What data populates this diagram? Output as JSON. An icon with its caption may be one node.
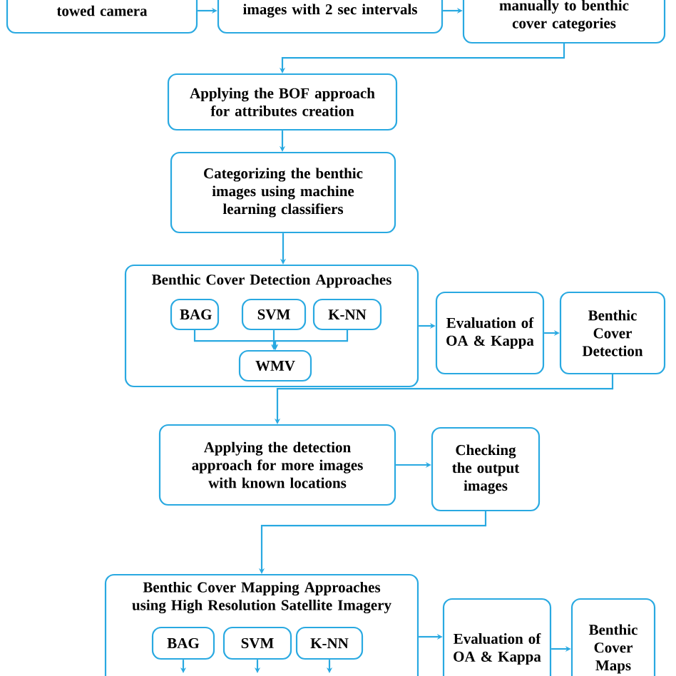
{
  "diagram": {
    "nodes": [
      {
        "text": [
          "towed camera"
        ]
      },
      {
        "text": [
          "images with 2 sec intervals"
        ]
      },
      {
        "text": [
          "manually to benthic cover categories"
        ]
      },
      {
        "text": [
          "Applying the BOF approach for attributes creation"
        ]
      },
      {
        "text": [
          "Categorizing the benthic images using machine learning classifiers"
        ]
      },
      {
        "text": [
          "Benthic Cover Detection Approaches"
        ]
      },
      {
        "text": [
          "BAG"
        ],
        "in": 5
      },
      {
        "text": [
          "SVM"
        ],
        "in": 5
      },
      {
        "text": [
          "K-NN"
        ],
        "in": 5
      },
      {
        "text": [
          "WMV"
        ],
        "in": 5
      },
      {
        "text": [
          "Evaluation of OA & Kappa"
        ]
      },
      {
        "text": [
          "Benthic Cover Detection"
        ]
      },
      {
        "text": [
          "Applying the detection approach for more images with known locations"
        ]
      },
      {
        "text": [
          "Checking the output images"
        ]
      },
      {
        "text": [
          "Benthic Cover Mapping Approaches using High Resolution Satellite Imagery"
        ]
      },
      {
        "text": [
          "BAG"
        ],
        "in": 14
      },
      {
        "text": [
          "SVM"
        ],
        "in": 14
      },
      {
        "text": [
          "K-NN"
        ],
        "in": 14
      },
      {
        "text": [
          "Evaluation of OA & Kappa"
        ]
      },
      {
        "text": [
          "Benthic Cover Maps"
        ]
      }
    ],
    "edges": [
      {
        "from": 0,
        "to": 1,
        "arrow": "to"
      },
      {
        "from": 1,
        "to": 2,
        "arrow": "to"
      },
      {
        "from": 2,
        "to": 3,
        "arrow": "to"
      },
      {
        "from": 3,
        "to": 4,
        "arrow": "to"
      },
      {
        "from": 4,
        "to": 5,
        "arrow": "to"
      },
      {
        "from": 6,
        "to": 9,
        "arrow": "to"
      },
      {
        "from": 7,
        "to": 9,
        "arrow": "to"
      },
      {
        "from": 8,
        "to": 9,
        "arrow": "to"
      },
      {
        "from": 5,
        "to": 10,
        "arrow": "to"
      },
      {
        "from": 10,
        "to": 11,
        "arrow": "to"
      },
      {
        "from": 11,
        "to": 12,
        "arrow": "to"
      },
      {
        "from": 12,
        "to": 13,
        "arrow": "to"
      },
      {
        "from": 13,
        "to": 14,
        "arrow": "to"
      },
      {
        "from": 15,
        "to": null,
        "arrow": "to"
      },
      {
        "from": 16,
        "to": null,
        "arrow": "to"
      },
      {
        "from": 17,
        "to": null,
        "arrow": "to"
      },
      {
        "from": 14,
        "to": 18,
        "arrow": "to"
      },
      {
        "from": 18,
        "to": 19,
        "arrow": "to"
      }
    ]
  }
}
